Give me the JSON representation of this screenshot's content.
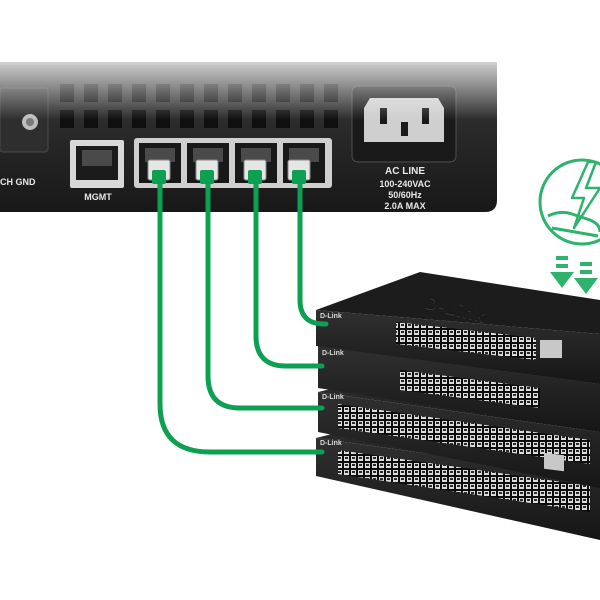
{
  "rear_panel": {
    "ground_label": "CH GND",
    "mgmt_label": "MGMT",
    "ac_label": [
      "AC LINE",
      "100-240VAC",
      "50/60Hz",
      "2.0A MAX"
    ]
  },
  "switch_brand": "D-Link",
  "switch_brand_large": "D-Link",
  "icons": [
    "power-efficiency-icon",
    "arrow-down-icon"
  ],
  "colors": {
    "cable": "#0d9f52",
    "chassis": "#242424",
    "accent_green": "#2db36b"
  }
}
